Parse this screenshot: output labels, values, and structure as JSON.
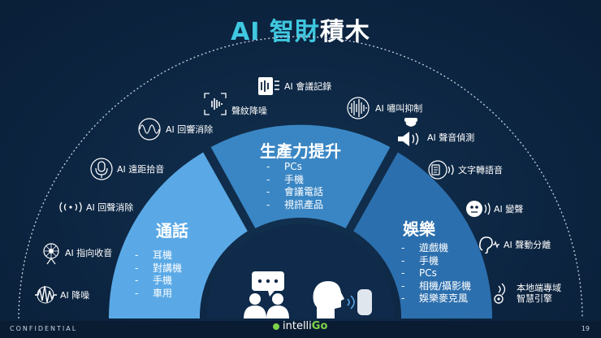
{
  "slide": {
    "title": {
      "part1": "AI ",
      "part2": "智財",
      "part3": "積木"
    },
    "segments": {
      "call": {
        "title": "通話",
        "items": [
          "耳機",
          "對講機",
          "手機",
          "車用"
        ]
      },
      "productivity": {
        "title": "生產力提升",
        "items": [
          "PCs",
          "手機",
          "會議電話",
          "視訊產品"
        ]
      },
      "entertainment": {
        "title": "娛樂",
        "items": [
          "遊戲機",
          "手機",
          "PCs",
          "相機/攝影機",
          "娛樂麥克風"
        ]
      }
    },
    "features": [
      {
        "label": "AI 降噪",
        "icon": "noise-wave-icon"
      },
      {
        "label": "AI 指向收音",
        "icon": "directional-beam-icon"
      },
      {
        "label": "AI 回聲消除",
        "icon": "echo-waves-icon"
      },
      {
        "label": "AI 遠距拾音",
        "icon": "far-field-mic-icon"
      },
      {
        "label": "AI 回響消除",
        "icon": "reverb-circle-icon"
      },
      {
        "label": "聲紋降噪",
        "icon": "voiceprint-frame-icon"
      },
      {
        "label": "AI 會議記錄",
        "icon": "meeting-record-icon"
      },
      {
        "label": "AI 嘯叫抑制",
        "icon": "howling-suppress-icon"
      },
      {
        "label": "AI 聲音偵測",
        "icon": "alarm-speaker-icon"
      },
      {
        "label": "文字轉語音",
        "icon": "text-to-speech-icon"
      },
      {
        "label": "AI 變聲",
        "icon": "robot-voice-icon"
      },
      {
        "label": "AI 聲動分離",
        "icon": "ear-separation-icon"
      },
      {
        "label": "本地端專域\n智慧引擎",
        "icon": "local-engine-icon"
      }
    ],
    "footer": {
      "confidential": "CONFIDENTIAL",
      "brand_prefix": "intelli",
      "brand_suffix": "Go",
      "page": "19"
    },
    "colors": {
      "background": "#0c2440",
      "accent": "#3fc8e0",
      "call": "#5aa9e6",
      "productivity": "#3a86c4",
      "entertainment": "#2c6fae",
      "inner": "#0f2a4a"
    }
  }
}
